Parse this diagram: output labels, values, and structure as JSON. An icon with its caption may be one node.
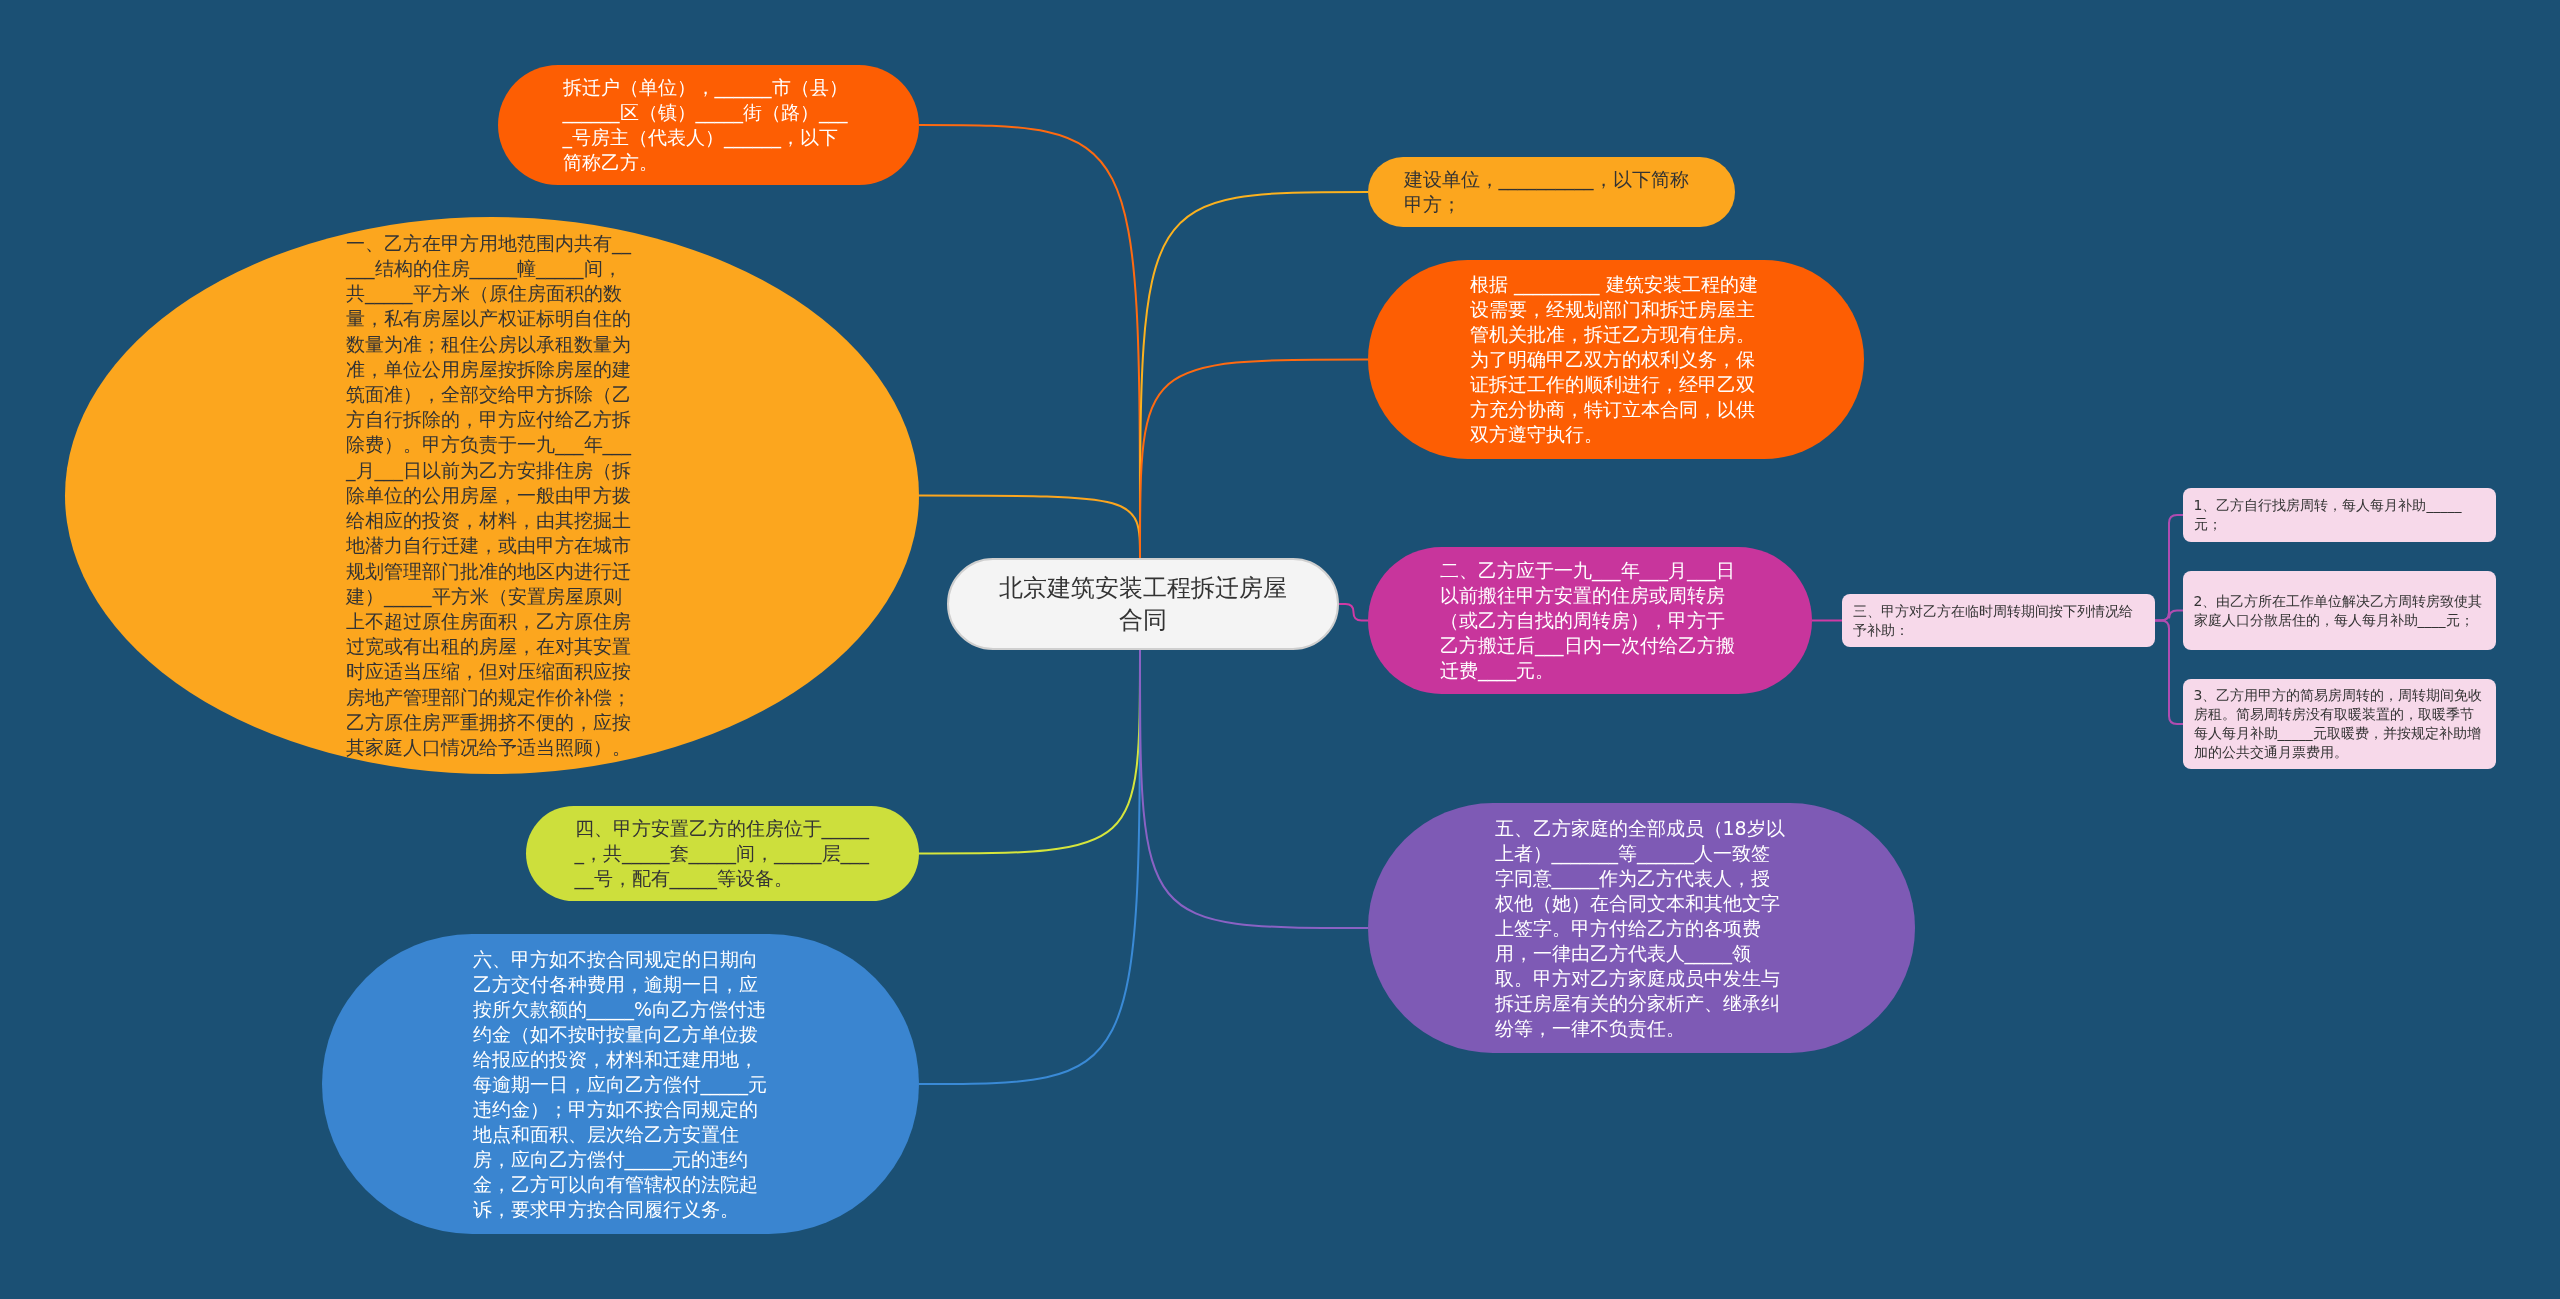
{
  "diagram": {
    "nodes": [
      {
        "text": [
          "北京建筑安装工程拆迁房屋合同"
        ]
      },
      {
        "text": [
          "拆迁户（单位），______市（县）______区（镇）_____街（路）____号房主（代表人）______，以下简称乙方。"
        ]
      },
      {
        "text": [
          "一、乙方在甲方用地范围内共有_____结构的住房_____幢_____间，共_____平方米（原住房面积的数量，私有房屋以产权证标明自住的数量为准；租住公房以承租数量为准，单位公用房屋按拆除房屋的建筑面准），全部交给甲方拆除（乙方自行拆除的，甲方应付给乙方拆除费）。甲方负责于一九___年____月___日以前为乙方安排住房（拆除单位的公用房屋，一般由甲方拨给相应的投资，材料，由其挖掘土地潜力自行迁建，或由甲方在城市规划管理部门批准的地区内进行迁建）_____平方米（安置房屋原则上不超过原住房面积，乙方原住房过宽或有出租的房屋，在对其安置时应适当压缩，但对压缩面积应按房地产管理部门的规定作价补偿；乙方原住房严重拥挤不便的，应按其家庭人口情况给予适当照顾）。"
        ]
      },
      {
        "text": [
          "四、甲方安置乙方的住房位于______，共_____套_____间，_____层_____号，配有_____等设备。"
        ]
      },
      {
        "text": [
          "六、甲方如不按合同规定的日期向乙方交付各种费用，逾期一日，应按所欠款额的_____%向乙方偿付违约金（如不按时按量向乙方单位拨给报应的投资，材料和迁建用地，每逾期一日，应向乙方偿付_____元违约金）；甲方如不按合同规定的地点和面积、层次给乙方安置住房，应向乙方偿付_____元的违约金，乙方可以向有管辖权的法院起诉，要求甲方按合同履行义务。"
        ]
      },
      {
        "text": [
          "建设单位，__________，以下简称甲方；"
        ]
      },
      {
        "text": [
          "根据 _________ 建筑安装工程的建设需要，经规划部门和拆迁房屋主管机关批准，拆迁乙方现有住房。为了明确甲乙双方的权利义务，保证拆迁工作的顺利进行，经甲乙双方充分协商，特订立本合同，以供双方遵守执行。"
        ]
      },
      {
        "text": [
          "二、乙方应于一九___年___月___日以前搬往甲方安置的住房或周转房（或乙方自找的周转房），甲方于乙方搬迁后___日内一次付给乙方搬迁费____元。"
        ]
      },
      {
        "text": [
          "五、乙方家庭的全部成员（18岁以上者）_______等______人一致签字同意_____作为乙方代表人，授权他（她）在合同文本和其他文字上签字。甲方付给乙方的各项费用，一律由乙方代表人_____领取。甲方对乙方家庭成员中发生与拆迁房屋有关的分家析产、继承纠纷等，一律不负责任。"
        ]
      },
      {
        "text": [
          "三、甲方对乙方在临时周转期间按下列情况给予补助："
        ]
      },
      {
        "text": [
          "1、乙方自行找房周转，每人每月补助_____元；"
        ]
      },
      {
        "text": [
          "2、由乙方所在工作单位解决乙方周转房致使其家庭人口分散居住的，每人每月补助____元；"
        ]
      },
      {
        "text": [
          "3、乙方用甲方的简易房周转的，周转期间免收房租。简易周转房没有取暖装置的，取暖季节每人每月补助_____元取暖费，并按规定补助增加的公共交通月票费用。"
        ]
      }
    ],
    "edges": [
      {
        "from": 0,
        "to": 1,
        "arrow": "none",
        "color": "#ff6a10"
      },
      {
        "from": 0,
        "to": 2,
        "arrow": "none",
        "color": "#fca61e"
      },
      {
        "from": 0,
        "to": 3,
        "arrow": "none",
        "color": "#d6e63c"
      },
      {
        "from": 0,
        "to": 4,
        "arrow": "none",
        "color": "#3a8ad6"
      },
      {
        "from": 0,
        "to": 5,
        "arrow": "none",
        "color": "#fcb21e"
      },
      {
        "from": 0,
        "to": 6,
        "arrow": "none",
        "color": "#ff6a10"
      },
      {
        "from": 0,
        "to": 7,
        "arrow": "none",
        "color": "#d03aa5"
      },
      {
        "from": 0,
        "to": 8,
        "arrow": "none",
        "color": "#8a62c4"
      },
      {
        "from": 7,
        "to": 9,
        "arrow": "none",
        "color": "#d03aa5"
      },
      {
        "from": 9,
        "to": 10,
        "arrow": "none",
        "color": "#b04cb0"
      },
      {
        "from": 9,
        "to": 11,
        "arrow": "none",
        "color": "#b04cb0"
      },
      {
        "from": 9,
        "to": 12,
        "arrow": "none",
        "color": "#b04cb0"
      }
    ]
  }
}
